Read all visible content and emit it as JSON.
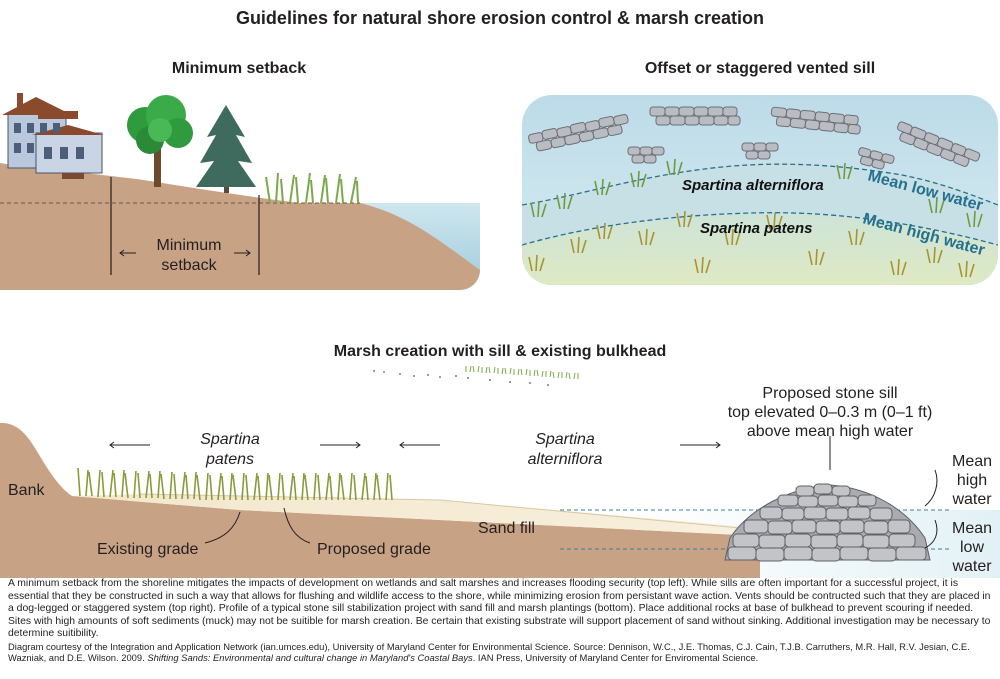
{
  "title": "Guidelines for natural shore erosion control & marsh creation",
  "panels": {
    "setback": {
      "title": "Minimum setback",
      "label_line1": "Minimum",
      "label_line2": "setback"
    },
    "sill": {
      "title": "Offset or staggered vented sill",
      "spartina_alterniflora": "Spartina alterniflora",
      "spartina_patens": "Spartina patens",
      "mean_low_water": "Mean low water",
      "mean_high_water": "Mean high water"
    },
    "marsh": {
      "title": "Marsh creation with sill & existing bulkhead",
      "bank": "Bank",
      "patens_line1": "Spartina",
      "patens_line2": "patens",
      "alterniflora_line1": "Spartina",
      "alterniflora_line2": "alterniflora",
      "proposed_sill_line1": "Proposed stone sill",
      "proposed_sill_line2": "top elevated 0–0.3 m (0–1 ft)",
      "proposed_sill_line3": "above mean high water",
      "mhw_line1": "Mean",
      "mhw_line2": "high",
      "mhw_line3": "water",
      "mlw_line1": "Mean",
      "mlw_line2": "low",
      "mlw_line3": "water",
      "sand_fill": "Sand fill",
      "existing_grade": "Existing grade",
      "proposed_grade": "Proposed grade"
    }
  },
  "caption": {
    "body": "A minimum setback from the shoreline mitigates the impacts of development on wetlands and salt marshes and increases flooding security (top left). While sills are often important for a successful project, it is essential that they be constructed in such a way that allows for flushing and wildlife access to the shore, while minimizing erosion from persistant wave action. Vents should be contructed such that they are placed in a dog-legged or staggered system (top right). Profile of a typical stone sill stabilization project with sand fill and marsh plantings (bottom). Place additional rocks at base of bulkhead to prevent scouring if needed. Sites with high amounts of soft sediments (muck) may not be suitible for marsh creation. Be certain that existing substrate will support placement of sand without sinking. Additional investigation may be necessary to determine suitibility.",
    "credit_part1": "Diagram courtesy of the Integration and Application Network (ian.umces.edu), University of Maryland Center for Environmental Science. Source: Dennison, W.C., J.E. Thomas, C.J. Cain, T.J.B. Carruthers, M.R. Hall, R.V. Jesian, C.E. Wazniak, and D.E. Wilson. 2009.",
    "credit_book": "Shifting Sands: Environmental and cultural change in Maryland's Coastal Bays",
    "credit_part2": ". IAN Press, University of Maryland Center for Enviromental Science."
  }
}
